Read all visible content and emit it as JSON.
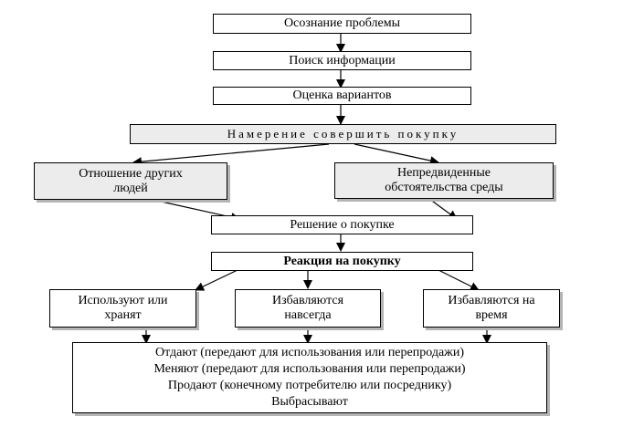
{
  "diagram": {
    "nodes": {
      "awareness": "Осознание проблемы",
      "search": "Поиск информации",
      "evaluation": "Оценка вариантов",
      "intention": "Намерение совершить покупку",
      "others_attitude": "Отношение других людей",
      "unforeseen": "Непредвиденные обстоятельства среды",
      "decision": "Решение о покупке",
      "reaction": "Реакция на покупку",
      "use_or_keep": "Используют или хранят",
      "dispose_forever": "Избавляются навсегда",
      "dispose_temp": "Избавляются на время",
      "outcomes": [
        "Отдают (передают для использования или перепродажи)",
        "Меняют (передают для использования или перепродажи)",
        "Продают (конечному потребителю или посреднику)",
        "Выбрасывают"
      ]
    }
  }
}
